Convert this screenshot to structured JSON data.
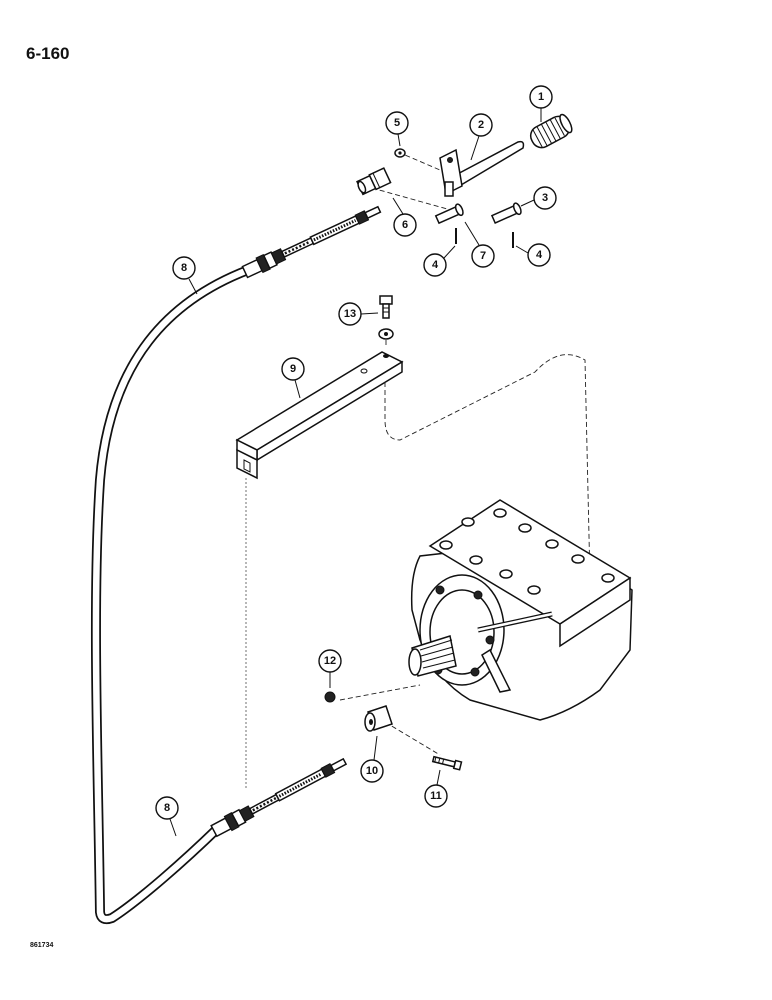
{
  "header": {
    "page_number": "6-160"
  },
  "footer": {
    "drawing_code": "861734"
  },
  "callouts": [
    {
      "number": "1"
    },
    {
      "number": "2"
    },
    {
      "number": "3"
    },
    {
      "number": "4"
    },
    {
      "number": "4"
    },
    {
      "number": "5"
    },
    {
      "number": "6"
    },
    {
      "number": "7"
    },
    {
      "number": "8"
    },
    {
      "number": "8"
    },
    {
      "number": "9"
    },
    {
      "number": "10"
    },
    {
      "number": "11"
    },
    {
      "number": "12"
    },
    {
      "number": "13"
    }
  ]
}
